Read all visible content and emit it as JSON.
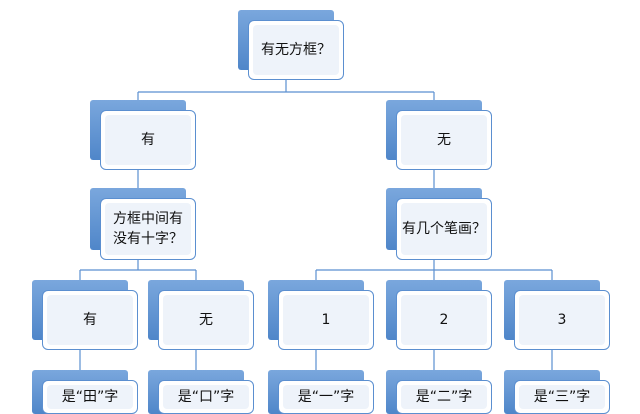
{
  "nodes": {
    "root": "有无方框？",
    "has_box": "有",
    "no_box": "无",
    "cross_question": "方框中间有\n没有十字？",
    "stroke_question": "有几个笔画？",
    "cross_yes": "有",
    "cross_no": "无",
    "stroke_1": "1",
    "stroke_2": "2",
    "stroke_3": "3",
    "char_tian": "是“田”字",
    "char_kou": "是“口”字",
    "char_yi": "是“一”字",
    "char_er": "是“二”字",
    "char_san": "是“三”字"
  },
  "colors": {
    "box_fill": "#4f86c9",
    "border": "#5b8fd0",
    "connector": "#5b8fd0"
  }
}
